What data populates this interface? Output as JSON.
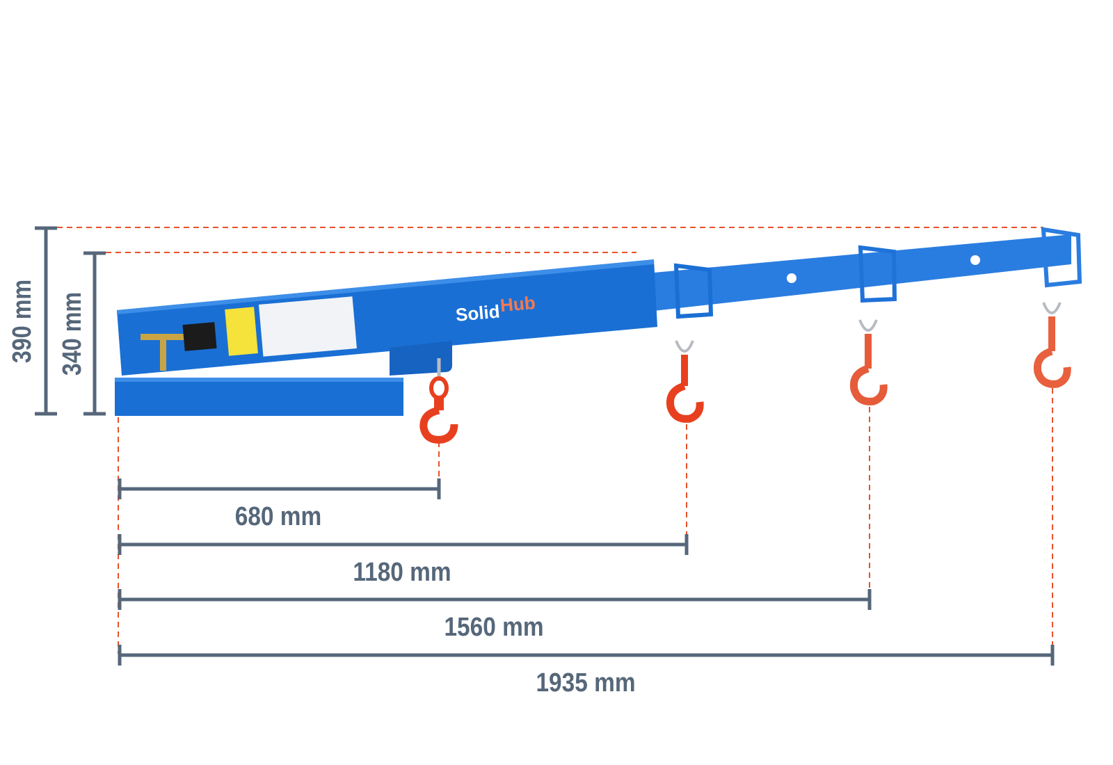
{
  "brand": {
    "logo_part1": "Solid",
    "logo_part2": "Hub"
  },
  "dimensions": {
    "height_total": "390 mm",
    "height_base": "340 mm",
    "reach": [
      "680 mm",
      "1180 mm",
      "1560 mm",
      "1935 mm"
    ]
  },
  "colors": {
    "dimension": "#56677a",
    "guide": "#e8502a",
    "boom": "#1a6fd4",
    "hook": "#e8401f"
  }
}
